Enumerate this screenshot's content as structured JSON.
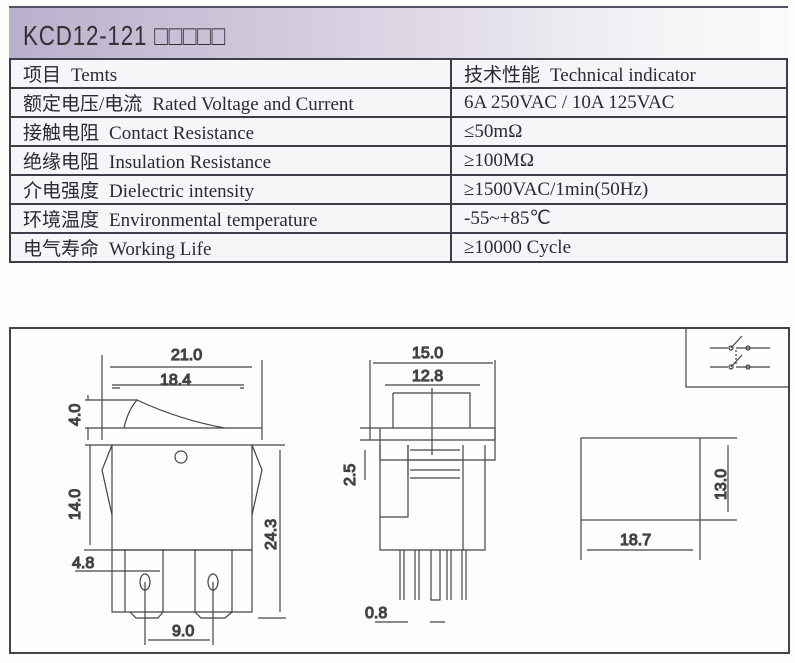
{
  "title": "KCD12-121 □□□□□",
  "table": {
    "header": {
      "item_zh": "项目",
      "item_en": "Temts",
      "spec_zh": "技术性能",
      "spec_en": "Technical indicator"
    },
    "rows": [
      {
        "zh": "额定电压/电流",
        "en": "Rated Voltage and Current",
        "value": "6A 250VAC / 10A 125VAC"
      },
      {
        "zh": "接触电阻",
        "en": "Contact Resistance",
        "value": "≤50mΩ"
      },
      {
        "zh": "绝缘电阻",
        "en": "Insulation Resistance",
        "value": "≥100MΩ"
      },
      {
        "zh": "介电强度",
        "en": "Dielectric intensity",
        "value": "≥1500VAC/1min(50Hz)"
      },
      {
        "zh": "环境温度",
        "en": "Environmental temperature",
        "value": "-55~+85℃"
      },
      {
        "zh": "电气寿命",
        "en": "Working Life",
        "value": "≥10000 Cycle"
      }
    ]
  },
  "dimensions": {
    "front_width": "21.0",
    "rocker_width": "18.4",
    "rocker_height": "4.0",
    "body_height": "14.0",
    "total_height": "24.3",
    "terminal_width": "4.8",
    "terminal_pitch": "9.0",
    "side_width": "15.0",
    "side_inner_width": "12.8",
    "flange": "2.5",
    "pin_width": "0.8",
    "cutout_width": "18.7",
    "cutout_height": "13.0"
  },
  "symbol": "double-pole-switch-icon"
}
